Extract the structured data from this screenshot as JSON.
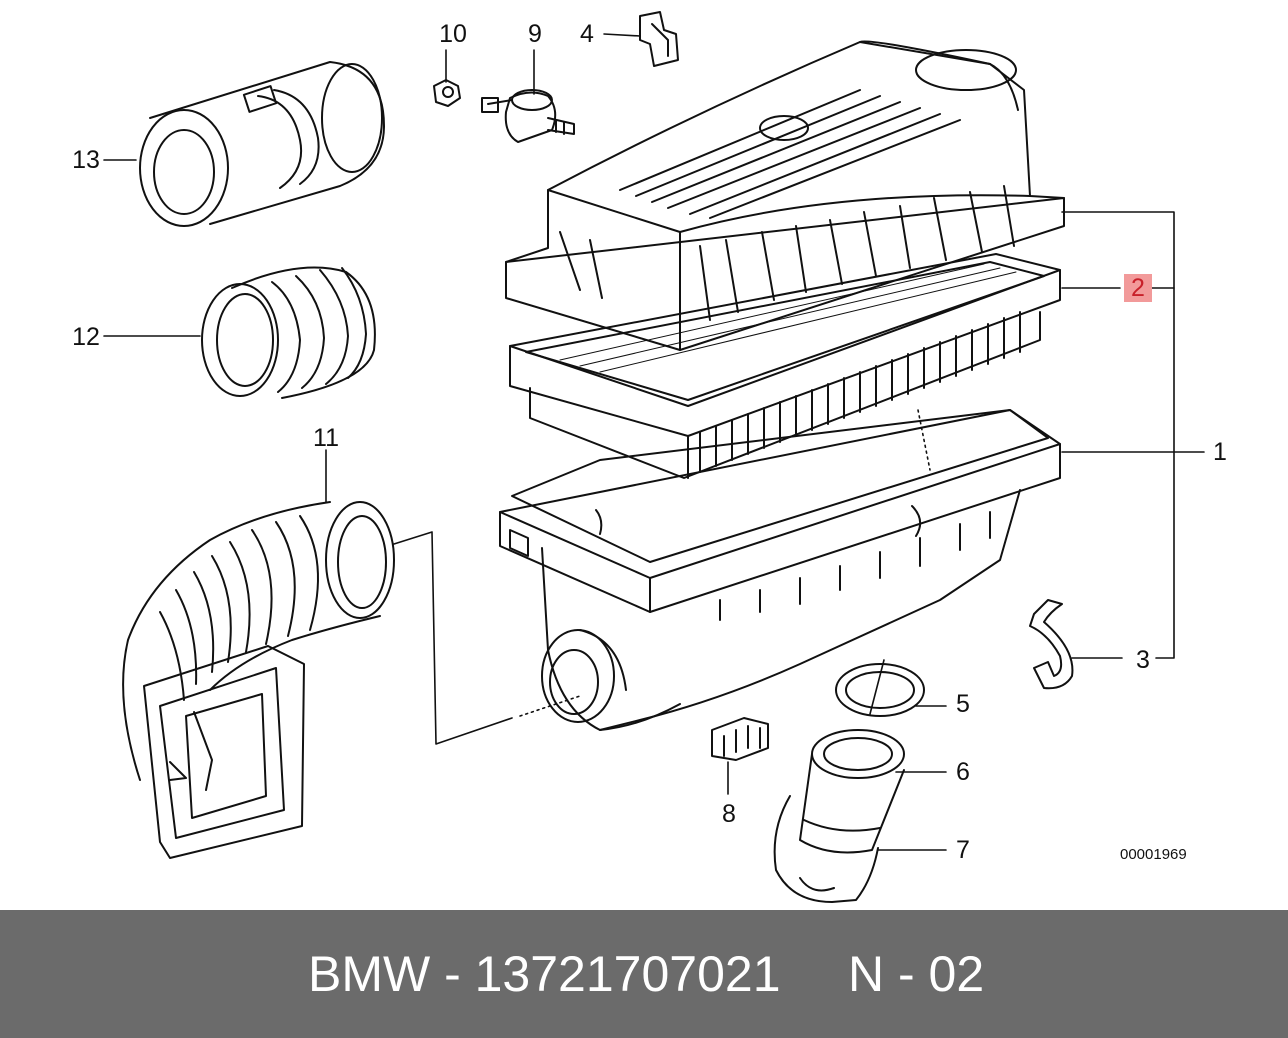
{
  "diagram": {
    "callouts": [
      {
        "id": "1",
        "label": "1"
      },
      {
        "id": "2",
        "label": "2",
        "highlighted": true
      },
      {
        "id": "3",
        "label": "3"
      },
      {
        "id": "4",
        "label": "4"
      },
      {
        "id": "5",
        "label": "5"
      },
      {
        "id": "6",
        "label": "6"
      },
      {
        "id": "7",
        "label": "7"
      },
      {
        "id": "8",
        "label": "8"
      },
      {
        "id": "9",
        "label": "9"
      },
      {
        "id": "10",
        "label": "10"
      },
      {
        "id": "11",
        "label": "11"
      },
      {
        "id": "12",
        "label": "12"
      },
      {
        "id": "13",
        "label": "13"
      }
    ],
    "drawing_code": "00001969",
    "highlight_color": "#f29a9a",
    "highlight_text_color": "#c8202a"
  },
  "footer": {
    "part_line": "BMW - 13721707021",
    "position_line": "N - 02",
    "background": "#6b6b6b"
  }
}
